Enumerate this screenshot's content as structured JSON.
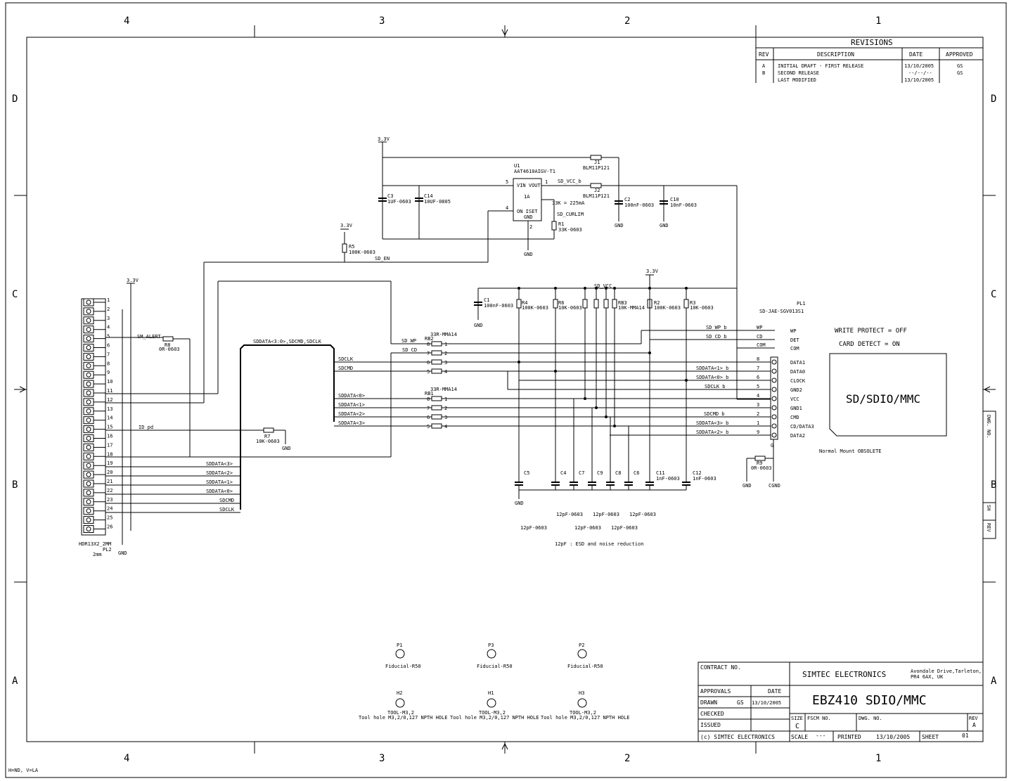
{
  "frame": {
    "columns": [
      "4",
      "3",
      "2",
      "1"
    ],
    "rows": [
      "D",
      "C",
      "B",
      "A"
    ],
    "corner_note": "H=ND, V=LA"
  },
  "revisions": {
    "title": "REVISIONS",
    "headers": [
      "REV",
      "DESCRIPTION",
      "DATE",
      "APPROVED"
    ],
    "rows": [
      {
        "rev": "A",
        "description": "INITIAL DRAFT - FIRST RELEASE",
        "date": "13/10/2005",
        "approved": "GS"
      },
      {
        "rev": "B",
        "description": "SECOND RELEASE",
        "date": "--/--/--",
        "approved": "GS"
      },
      {
        "rev": "",
        "description": "LAST MODIFIED",
        "date": "13/10/2005",
        "approved": ""
      }
    ]
  },
  "regulator": {
    "supply": "3.3V",
    "ref": "U1",
    "part": "AAT4610AIGV-T1",
    "vin": "VIN VOUT",
    "rating": "1A",
    "on": "ON  ISET",
    "gnd": "GND",
    "pin5": "5",
    "pin1": "1",
    "pin4": "4",
    "pin2": "2",
    "vout_net": "SD_VCC_b",
    "iset_note": "33K = 225mA",
    "curlim": "SD_CURLIM",
    "gnd_label": "GND"
  },
  "ferrites": [
    {
      "ref": "J1",
      "part": "BLM11P121"
    },
    {
      "ref": "J2",
      "part": "BLM11P121"
    }
  ],
  "caps_top": [
    {
      "ref": "C3",
      "value": "1UF-0603"
    },
    {
      "ref": "C14",
      "value": "10UF-0805"
    },
    {
      "ref": "C2",
      "value": "100nF-0603"
    },
    {
      "ref": "C10",
      "value": "10nF-0603"
    }
  ],
  "r1": {
    "ref": "R1",
    "value": "33K-0603"
  },
  "r5": {
    "supply": "3.3V",
    "ref": "R5",
    "value": "100K-0603",
    "net": "SD_EN"
  },
  "pullups": {
    "supply": "3.3V",
    "net": "SD_VCC",
    "c1": {
      "ref": "C1",
      "value": "100nF-0603"
    },
    "r4": {
      "ref": "R4",
      "value": "100K-0603"
    },
    "r6": {
      "ref": "R6",
      "value": "10K-0603"
    },
    "rb3": {
      "ref": "RB3",
      "value": "10K-MMA14"
    },
    "r2": {
      "ref": "R2",
      "value": "100K-0603"
    },
    "r3": {
      "ref": "R3",
      "value": "10K-0603"
    }
  },
  "header": {
    "supply": "3.3V",
    "pins": [
      "1",
      "2",
      "3",
      "4",
      "5",
      "6",
      "7",
      "8",
      "9",
      "10",
      "11",
      "12",
      "13",
      "14",
      "15",
      "16",
      "17",
      "18",
      "19",
      "20",
      "21",
      "22",
      "23",
      "24",
      "25",
      "26"
    ],
    "ref_part": "HDR13X2_2MM",
    "ref": "PL2",
    "pitch": "2mm",
    "gnd": "GND",
    "sm_alert": "SM_ALERT",
    "r8": {
      "ref": "R8",
      "value": "0R-0603"
    },
    "id_pd": "ID_pd",
    "r7": {
      "ref": "R7",
      "value": "10K-0603"
    },
    "r7_gnd": "GND",
    "nets": [
      "SDDATA<3>",
      "SDDATA<2>",
      "SDDATA<1>",
      "SDDATA<0>",
      "SDCMD",
      "SDCLK"
    ]
  },
  "bus": {
    "label": "SDDATA<3:0>,SDCMD,SDCLK",
    "left_nets": [
      "SDCLK",
      "SDCMD"
    ],
    "data_nets": [
      "SDDATA<0>",
      "SDDATA<1>",
      "SDDATA<2>",
      "SDDATA<3>"
    ],
    "wp": "SD_WP",
    "cd": "SD_CD"
  },
  "rb2": {
    "ref": "RB2",
    "value": "33R-MMA14"
  },
  "rb1": {
    "ref": "RB1",
    "value": "33R-MMA14"
  },
  "connector": {
    "ref": "PL1",
    "part": "SD-JAE-SGV013S1",
    "left_nets": [
      "SD_WP_b",
      "SD_CD_b",
      "SDDATA<1>_b",
      "SDDATA<0>_b",
      "SDCLK_b",
      "SDCMD_b",
      "SDDATA<3>_b",
      "SDDATA<2>_b"
    ],
    "pin_names": [
      "WP",
      "DET",
      "COM",
      "DATA1",
      "DATA0",
      "CLOCK",
      "GND2",
      "VCC",
      "GND1",
      "CMD",
      "CD/DATA3",
      "DATA2"
    ],
    "pin_nums": [
      "WP",
      "CD",
      "COM",
      "8",
      "7",
      "6",
      "5",
      "4",
      "3",
      "2",
      "1",
      "9"
    ],
    "g": "G",
    "r9": {
      "ref": "R9",
      "value": "0R-0603"
    },
    "gnd": "GND",
    "cgnd": "CGND"
  },
  "notes": {
    "wp": "WRITE PROTECT = OFF",
    "cd": "CARD DETECT = ON",
    "card": "SD/SDIO/MMC",
    "mount": "Normal Mount OBSOLETE",
    "esd": "12pF : ESD and noise reduction"
  },
  "esd_caps": [
    {
      "ref": "C5"
    },
    {
      "ref": "C4"
    },
    {
      "ref": "C7"
    },
    {
      "ref": "C9"
    },
    {
      "ref": "C8"
    },
    {
      "ref": "C6"
    },
    {
      "ref": "C11",
      "value": "1nF-0603"
    },
    {
      "ref": "C12",
      "value": "1nF-0603"
    }
  ],
  "esd_values": [
    "12pF-0603",
    "12pF-0603",
    "12pF-0603",
    "12pF-0603",
    "12pF-0603",
    "12pF-0603"
  ],
  "esd_gnd": "GND",
  "fiducials": [
    {
      "ref": "P1",
      "part": "Fiducial-R50"
    },
    {
      "ref": "P3",
      "part": "Fiducial-R50"
    },
    {
      "ref": "P2",
      "part": "Fiducial-R50"
    }
  ],
  "holes": [
    {
      "ref": "H2",
      "part": "TOOL-M3,2",
      "desc": "Tool hole M3,2/0,127 NPTH HOLE"
    },
    {
      "ref": "H1",
      "part": "TOOL-M3,2",
      "desc": "Tool hole M3,2/0,127 NPTH HOLE"
    },
    {
      "ref": "H3",
      "part": "TOOL-M3,2",
      "desc": "Tool hole M3,2/0,127 NPTH HOLE"
    }
  ],
  "side_tabs": [
    "DWG. NO.",
    "SH",
    "REV"
  ],
  "title_block": {
    "contract": "CONTRACT NO.",
    "company": "SIMTEC ELECTRONICS",
    "address1": "Avondale Drive,Tarleton,",
    "address2": "PR4 6AX, UK",
    "approvals": "APPROVALS",
    "date": "DATE",
    "drawn": "DRAWN",
    "drawn_by": "GS",
    "drawn_date": "13/10/2005",
    "checked": "CHECKED",
    "issued": "ISSUED",
    "copyright": "(c)  SIMTEC ELECTRONICS",
    "title": "EBZ410 SDIO/MMC",
    "size_label": "SIZE",
    "size": "C",
    "fscm": "FSCM NO.",
    "dwg": "DWG. NO.",
    "rev_label": "REV",
    "rev": "A",
    "scale": "SCALE",
    "scale_val": "---",
    "printed": "PRINTED",
    "printed_date": "13/10/2005",
    "sheet": "SHEET",
    "sheet_no": "01"
  }
}
